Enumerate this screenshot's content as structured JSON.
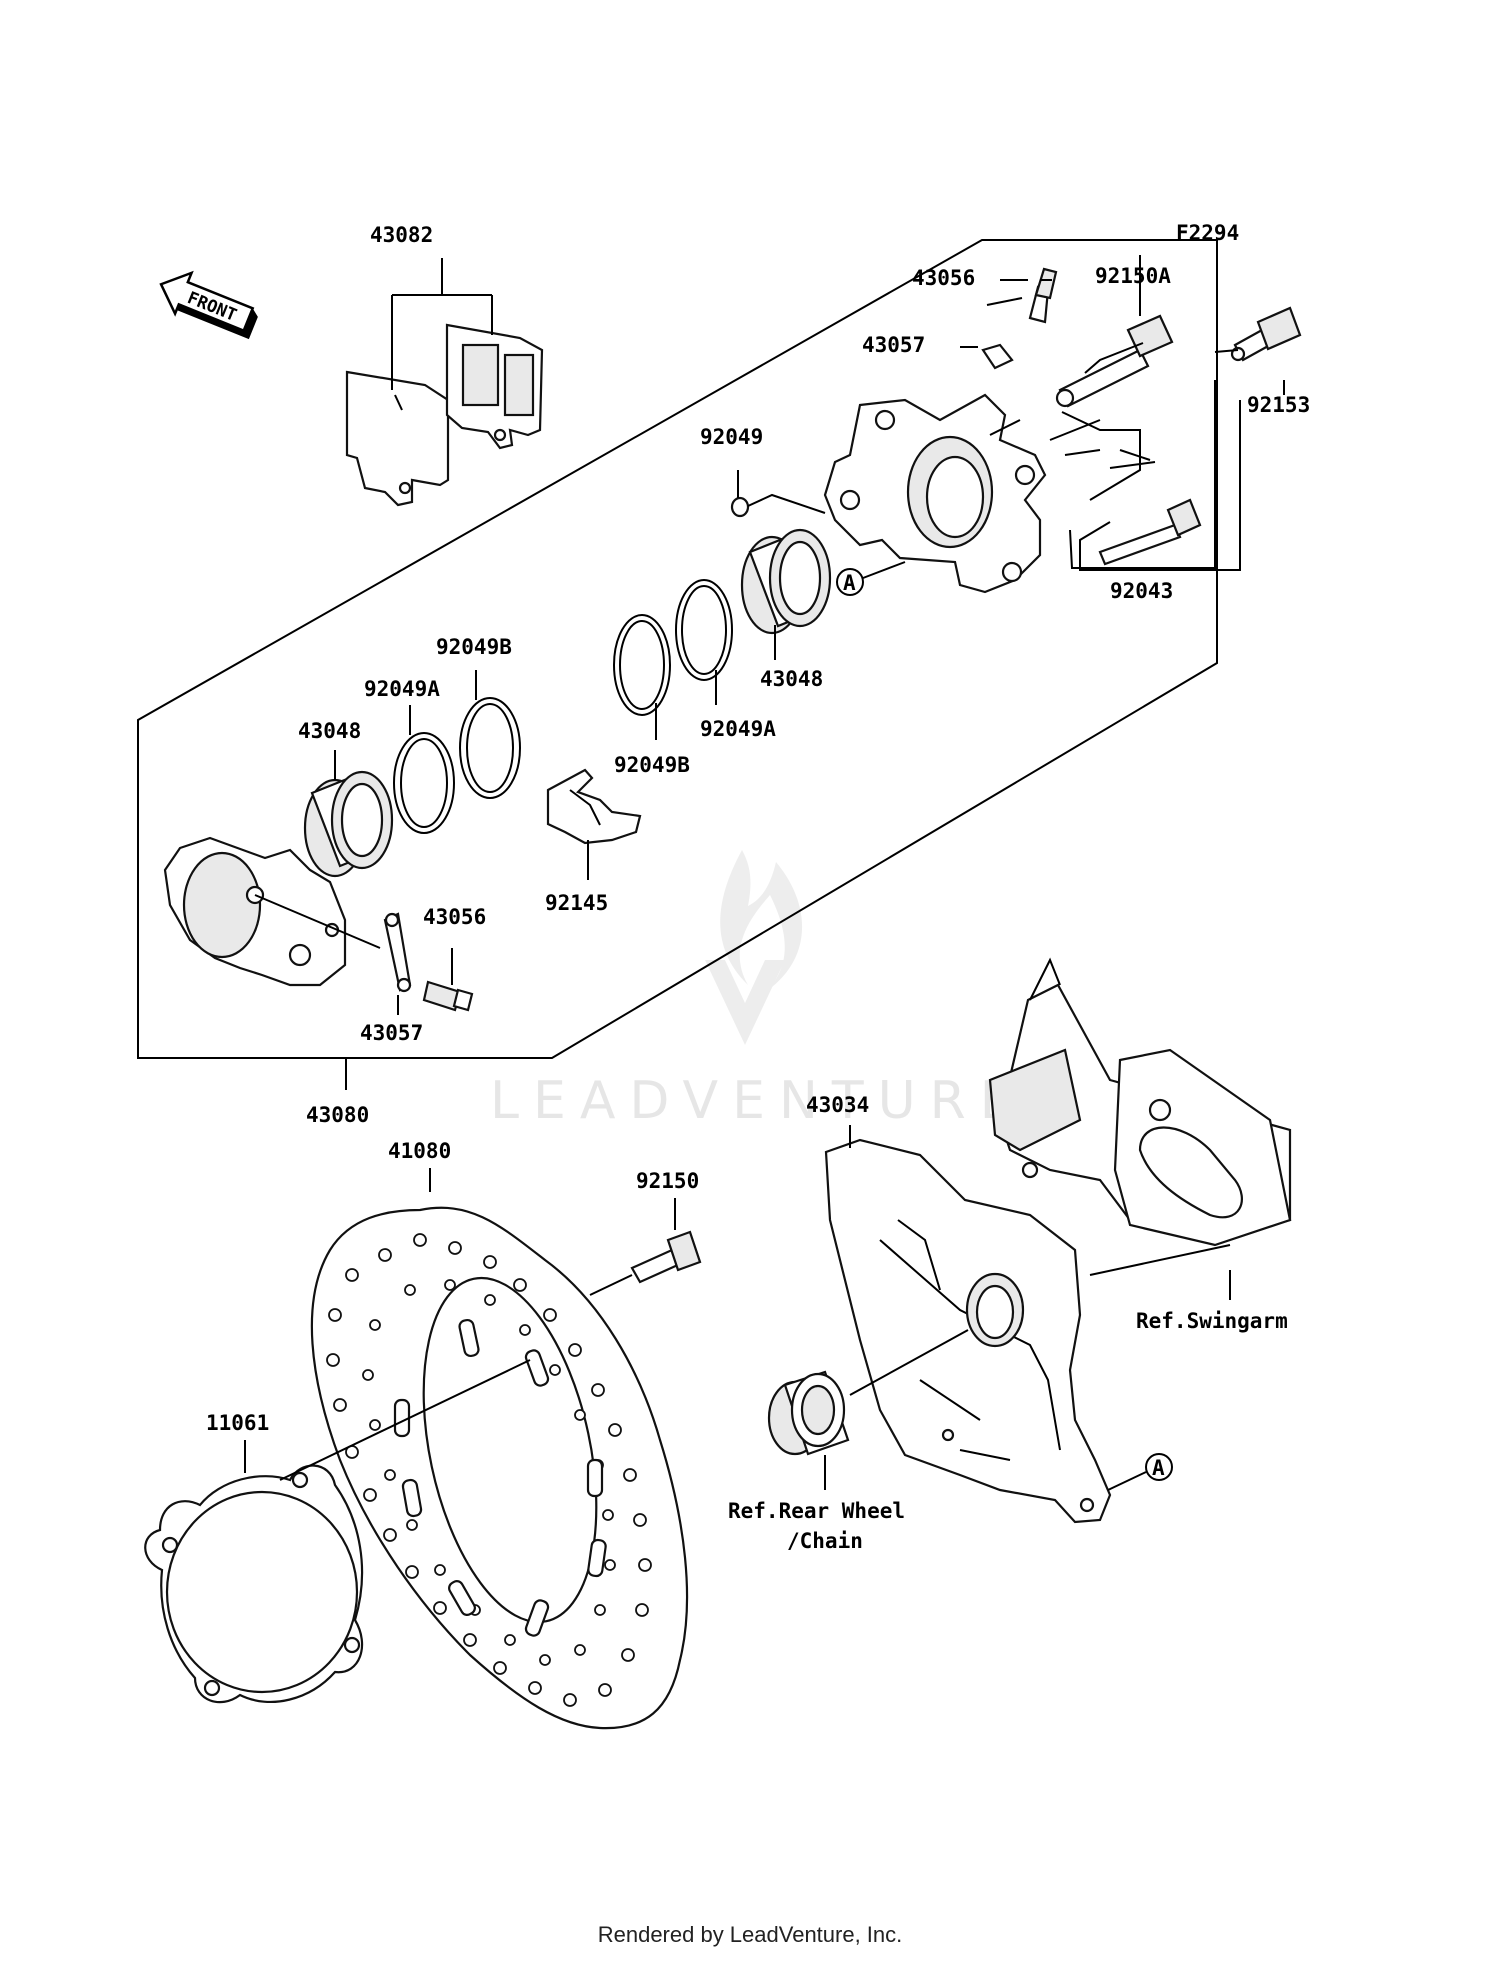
{
  "figure_code": "F2294",
  "front_label": "FRONT",
  "watermark": "LEADVENTURE",
  "footer": "Rendered by LeadVenture, Inc.",
  "callout_letter": "A",
  "parts": {
    "pad_set": "43082",
    "bleed_valve_upper": "43056",
    "bleed_cap_upper": "43057",
    "bolt_92150A": "92150A",
    "bolt_92153": "92153",
    "oring_92049": "92049",
    "pin_92043": "92043",
    "piston_upper": "43048",
    "seal_A_upper": "92049A",
    "seal_B_upper": "92049B",
    "seal_B_left": "92049B",
    "seal_A_left": "92049A",
    "piston_left": "43048",
    "spring_92145": "92145",
    "bleed_valve_lower": "43056",
    "bleed_cap_lower": "43057",
    "caliper_assy": "43080",
    "disc": "41080",
    "disc_bolt": "92150",
    "bracket": "43034",
    "gasket": "11061"
  },
  "refs": {
    "swingarm": "Ref.Swingarm",
    "rear_wheel_1": "Ref.Rear Wheel",
    "rear_wheel_2": "/Chain"
  }
}
